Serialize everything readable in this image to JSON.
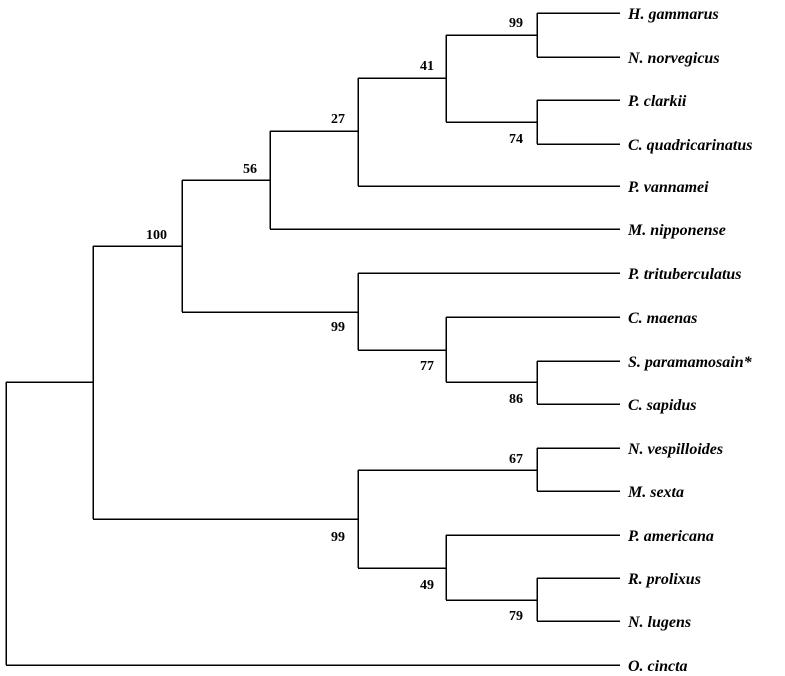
{
  "tree": {
    "taxa": [
      "H. gammarus",
      "N. norvegicus",
      "P. clarkii",
      "C. quadricarinatus",
      "P. vannamei",
      "M. nipponense",
      "P. trituberculatus",
      "C. maenas",
      "S. paramamosain*",
      "C. sapidus",
      "N. vespilloides",
      "M. sexta",
      "P. americana",
      "R. prolixus",
      "N. lugens",
      "O. cincta"
    ],
    "support_values": {
      "hgam_nnor": "99",
      "lobster_crayfish": "41",
      "crayfish": "74",
      "decapod_core": "27",
      "shrimp_group": "56",
      "decapods": "100",
      "crab_group": "99",
      "crabs": "77",
      "scylla_callinectes": "86",
      "beetle_moth": "67",
      "insects": "99",
      "hemiptera_cockroach": "49",
      "hemiptera": "79"
    }
  }
}
